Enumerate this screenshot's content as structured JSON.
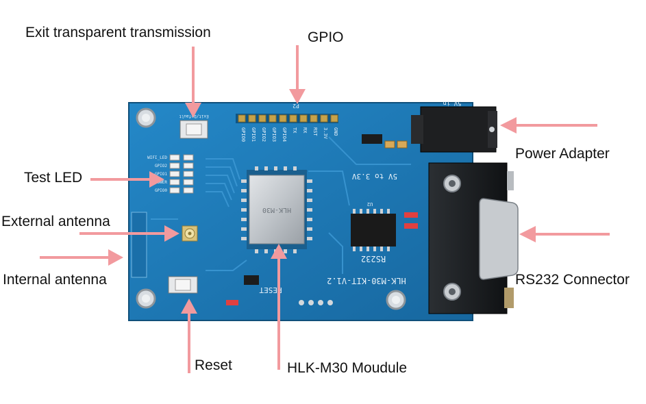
{
  "callouts": {
    "exit_transparent": "Exit transparent transmission",
    "gpio": "GPIO",
    "test_led": "Test LED",
    "external_antenna": "External antenna",
    "internal_antenna": "Internal antenna",
    "reset": "Reset",
    "module": "HLK-M30 Moudule",
    "power_adapter": "Power Adapter",
    "rs232_connector": "RS232 Connector"
  },
  "board": {
    "silk_board_name": "HLK-M30-KIT-V1.2",
    "silk_rs232": "RS232",
    "silk_reset": "RESET",
    "silk_5v_in": "5V in",
    "silk_5v_to_3v3": "5V to 3.3V",
    "silk_p2": "P2",
    "silk_exit_default": "Exit/Default",
    "silk_chip": "HLK-M30",
    "silk_u2": "U2",
    "pin_labels": [
      "GPIO0",
      "GPIO1",
      "GPIO2",
      "GPIO3",
      "GPIO4",
      "TX",
      "RX",
      "RST",
      "3.3V",
      "GND"
    ],
    "led_labels": [
      "WIFI_LED",
      "GPIO2",
      "GPIO1",
      "POWER",
      "GPIO0"
    ]
  },
  "colors": {
    "pcb": "#1e7fc0",
    "pcb_dark": "#16649a",
    "arrow": "#f29a9e",
    "silkscreen": "#e8f2fa",
    "module_shield": "#c8ccd0"
  }
}
